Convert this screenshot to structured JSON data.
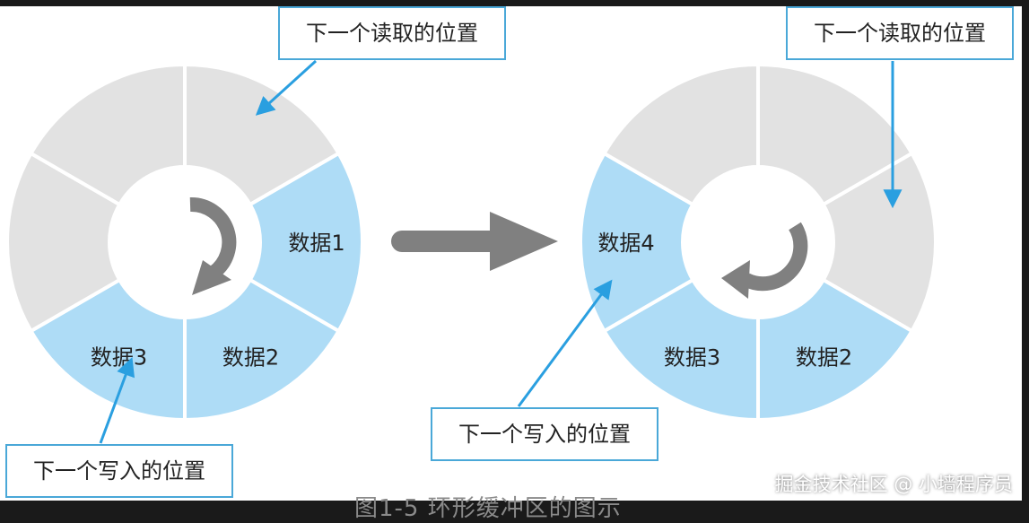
{
  "colors": {
    "empty": "#e2e2e2",
    "data": "#aedcf6",
    "outline": "#4aa8d8",
    "arrow_blue": "#2a9fe0",
    "arrow_gray": "#808080"
  },
  "left_ring": {
    "segments": [
      "",
      "数据1",
      "数据2",
      "数据3",
      "",
      ""
    ],
    "callout_read": "下一个读取的位置",
    "callout_write": "下一个写入的位置"
  },
  "right_ring": {
    "segments": [
      "",
      "",
      "数据2",
      "数据3",
      "数据4",
      ""
    ],
    "callout_read": "下一个读取的位置",
    "callout_write": "下一个写入的位置"
  },
  "caption": "图1-5 环形缓冲区的图示",
  "watermark": "掘金技术社区 @ 小墙程序员"
}
